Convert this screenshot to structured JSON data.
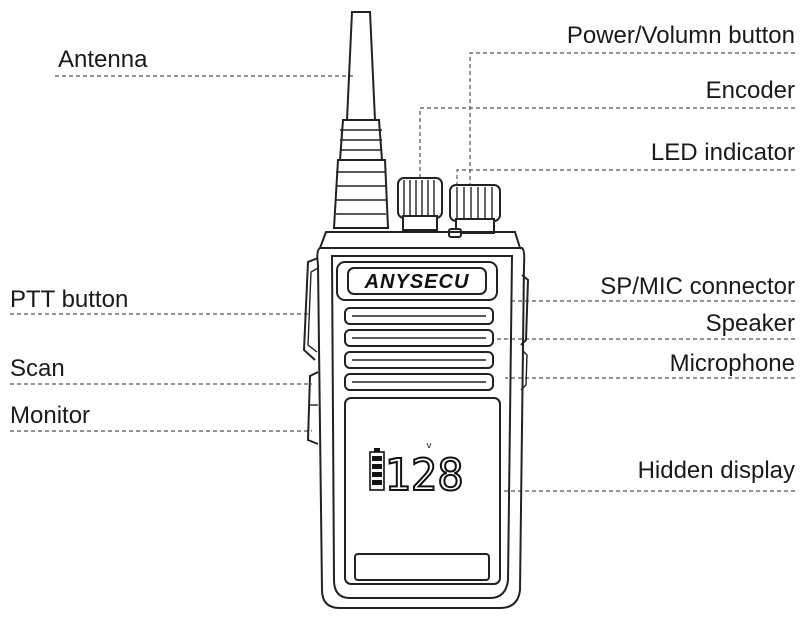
{
  "labels": {
    "antenna": "Antenna",
    "power_volume": "Power/Volumn button",
    "encoder": "Encoder",
    "led": "LED indicator",
    "ptt": "PTT button",
    "sp_mic": "SP/MIC connector",
    "speaker": "Speaker",
    "scan": "Scan",
    "microphone": "Microphone",
    "monitor": "Monitor",
    "hidden_display": "Hidden display"
  },
  "device": {
    "brand": "ANYSECU",
    "display_value": "128",
    "display_marker": "v"
  }
}
